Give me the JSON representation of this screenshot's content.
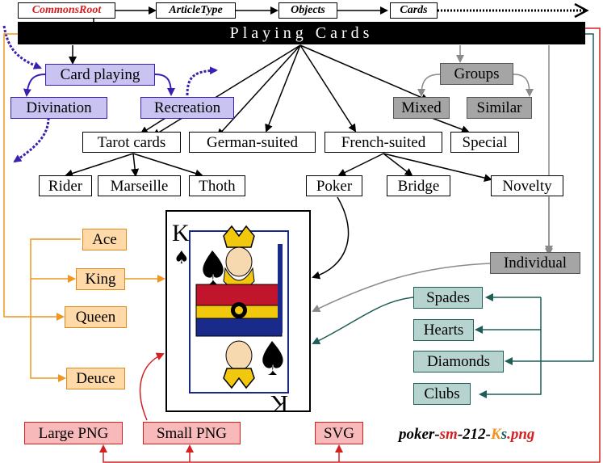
{
  "breadcrumbs": [
    "CommonsRoot",
    "ArticleType",
    "Objects",
    "Cards"
  ],
  "title": "Playing Cards",
  "nodes": {
    "card_playing": "Card playing",
    "divination": "Divination",
    "recreation": "Recreation",
    "tarot_cards": "Tarot cards",
    "german_suited": "German-suited",
    "french_suited": "French-suited",
    "groups": "Groups",
    "mixed": "Mixed",
    "similar": "Similar",
    "special": "Special",
    "rider": "Rider",
    "marseille": "Marseille",
    "thoth": "Thoth",
    "poker": "Poker",
    "bridge": "Bridge",
    "novelty": "Novelty",
    "individual": "Individual",
    "ace": "Ace",
    "king": "King",
    "queen": "Queen",
    "deuce": "Deuce",
    "spades": "Spades",
    "hearts": "Hearts",
    "diamonds": "Diamonds",
    "clubs": "Clubs",
    "large_png": "Large PNG",
    "small_png": "Small PNG",
    "svg": "SVG"
  },
  "card": {
    "rank": "K",
    "suit": "♠"
  },
  "filename": {
    "part1": "poker-",
    "part2": "sm",
    "part3": "-212-",
    "part4": "K",
    "part5": "s",
    "part6": ".png"
  },
  "colors": {
    "purple": "#3a1fb0",
    "gray": "#8a8a8a",
    "orange": "#f0961e",
    "teal": "#1d5e56",
    "red": "#d42020",
    "black": "#000000"
  }
}
